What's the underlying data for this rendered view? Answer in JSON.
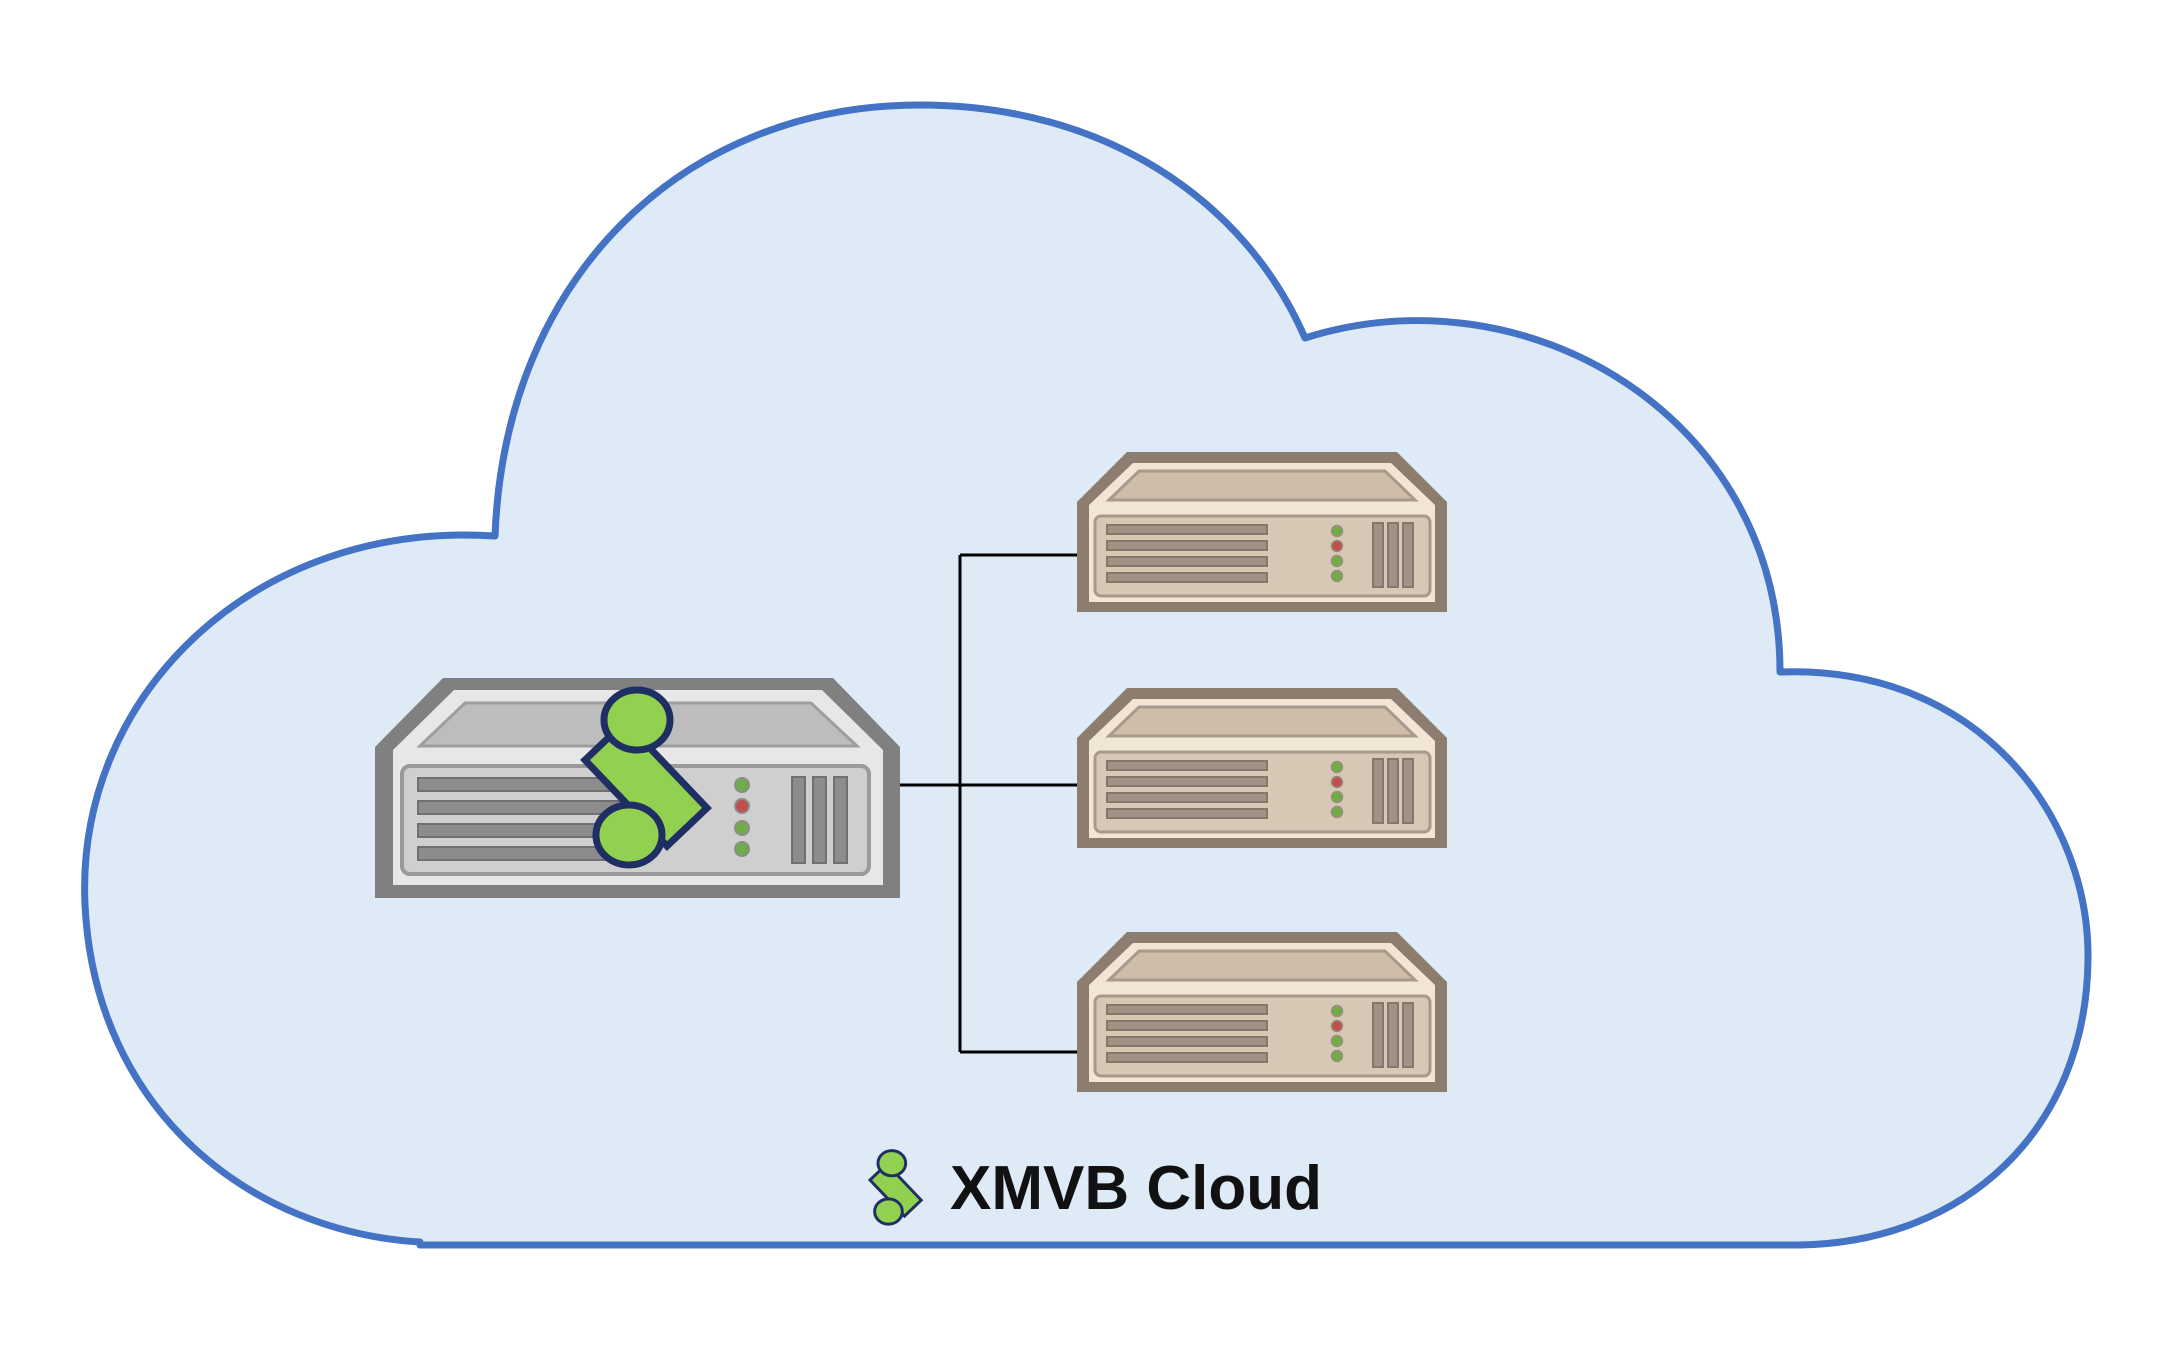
{
  "diagram": {
    "caption": "XMVB Cloud",
    "nodes": [
      {
        "id": "master-server",
        "kind": "server",
        "icon": "xmvb-logo-icon"
      },
      {
        "id": "worker-server-1",
        "kind": "server"
      },
      {
        "id": "worker-server-2",
        "kind": "server"
      },
      {
        "id": "worker-server-3",
        "kind": "server"
      }
    ],
    "edges": [
      {
        "from": "master-server",
        "to": "worker-server-1"
      },
      {
        "from": "master-server",
        "to": "worker-server-2"
      },
      {
        "from": "master-server",
        "to": "worker-server-3"
      }
    ]
  },
  "colors": {
    "cloud_fill": "#deeaf6",
    "cloud_stroke": "#4472c4",
    "master_body": "#808080",
    "master_face": "#d4d4d4",
    "worker_body": "#8c7d6f",
    "worker_face": "#eadfd0",
    "logo_green": "#92d050",
    "logo_outline": "#1f2f63",
    "led_green": "#70ad47",
    "led_red": "#c0504d",
    "connector": "#000000"
  }
}
